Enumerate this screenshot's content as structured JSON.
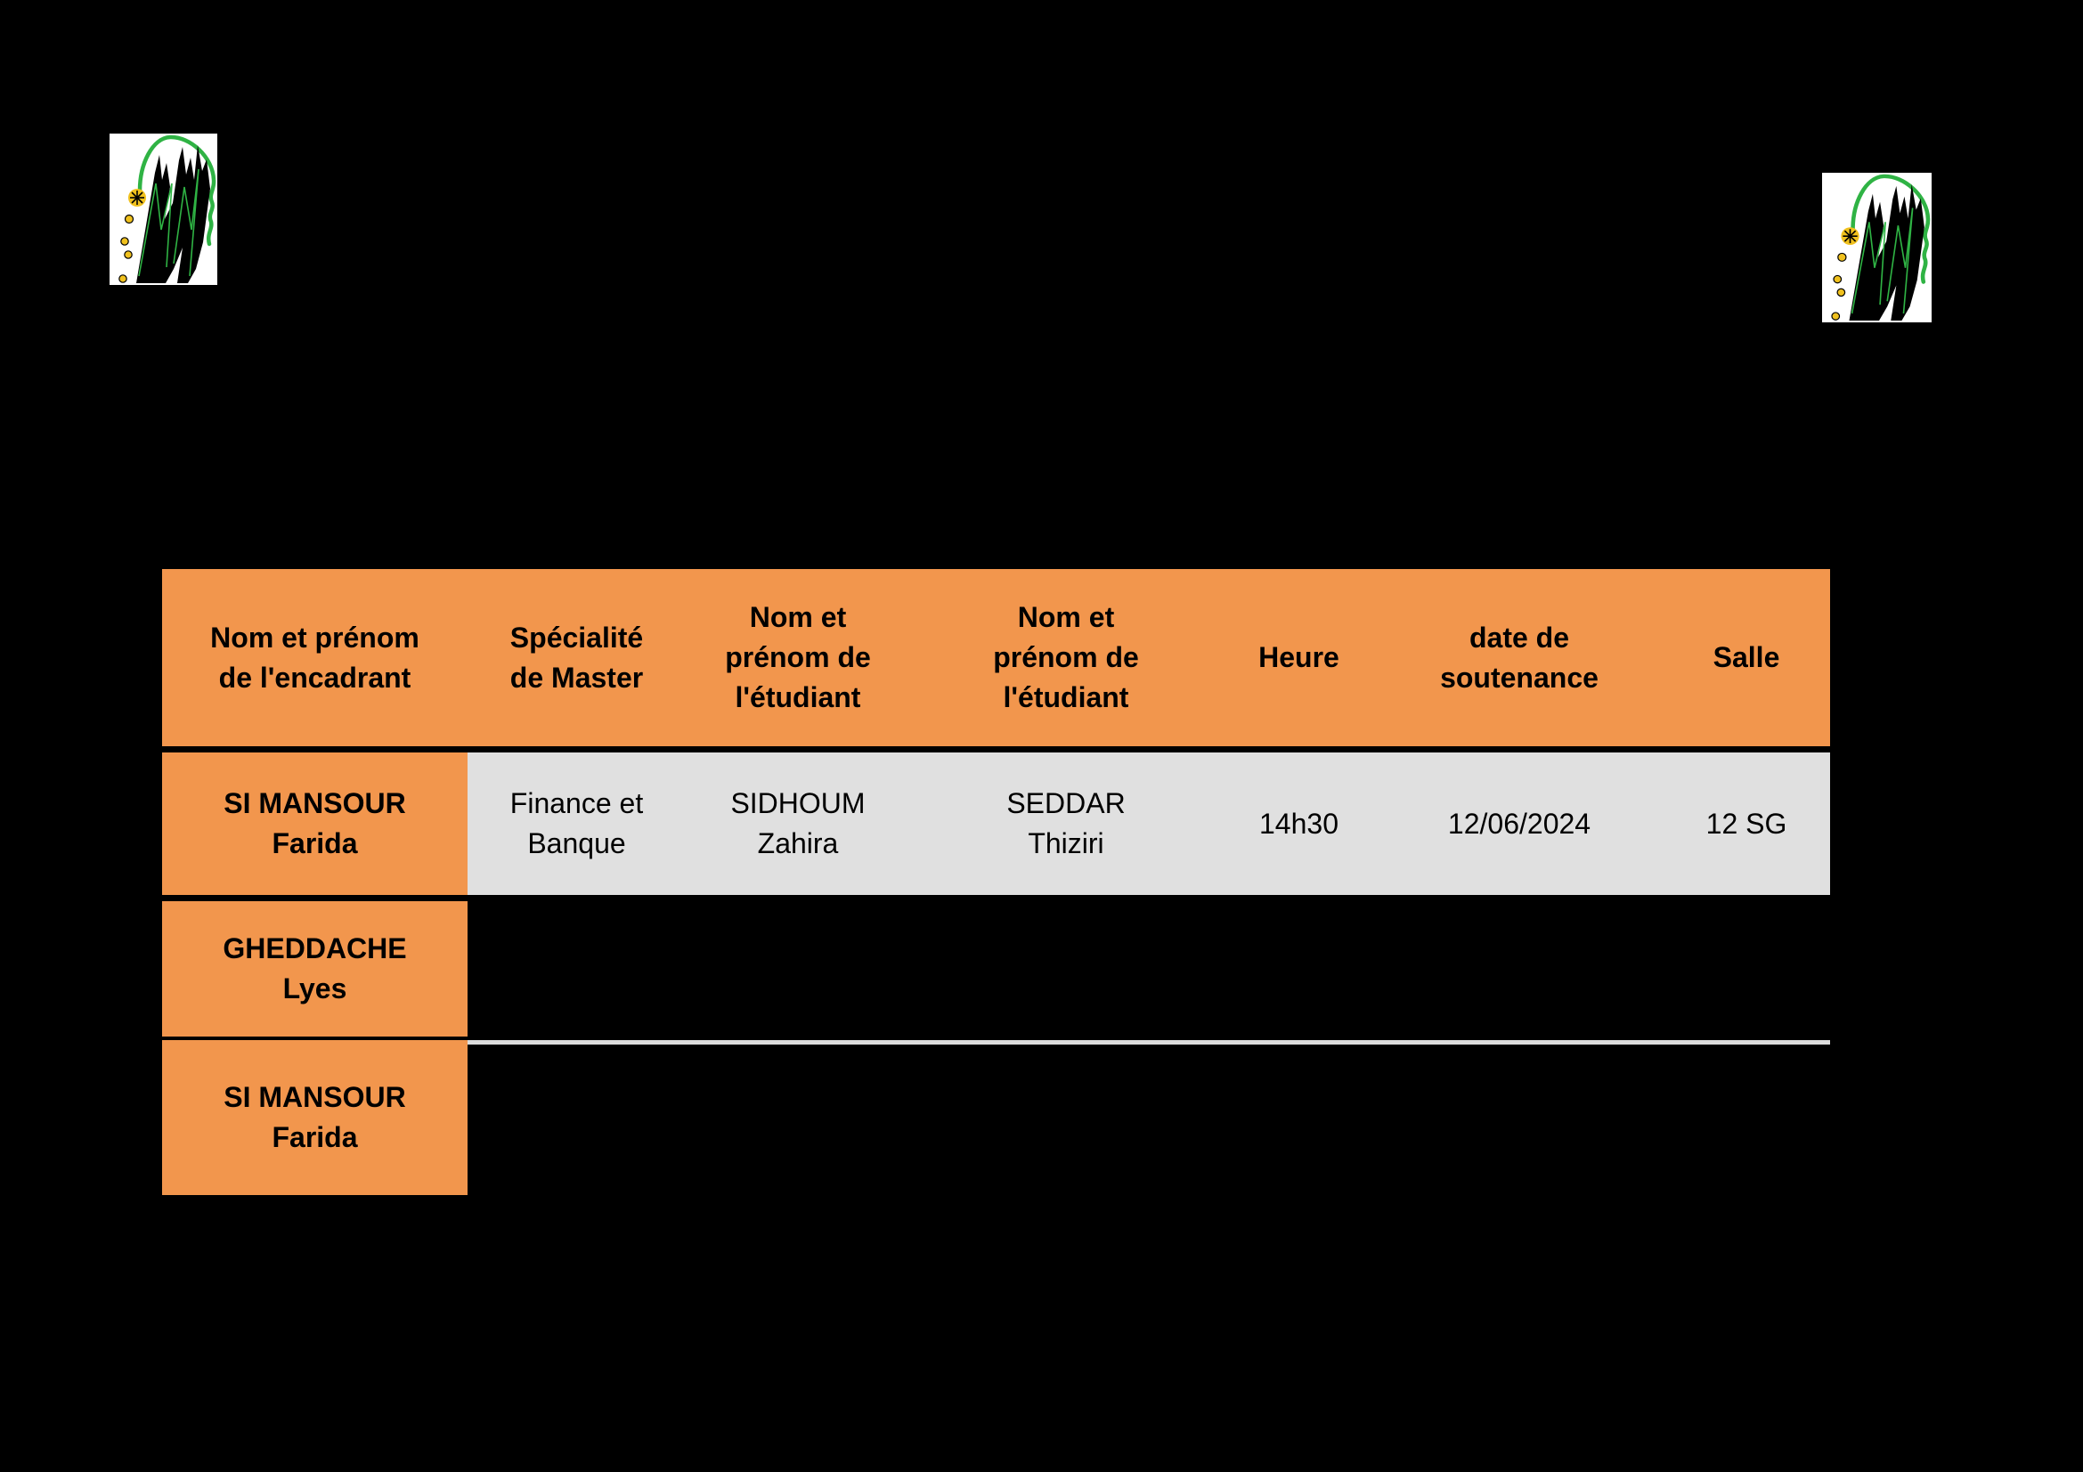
{
  "colors": {
    "page_background": "#000000",
    "table_header_bg": "#F2964D",
    "table_row_bg": "#E0E0E0",
    "divider": "#DCDCDC",
    "text": "#000000",
    "logo_green": "#2FB344",
    "logo_yellow": "#F0C11E"
  },
  "logos": {
    "left": {
      "name": "university-crest-logo"
    },
    "right": {
      "name": "university-crest-logo"
    }
  },
  "table": {
    "header_labels": [
      "Nom et prénom\nde l'encadrant",
      "Spécialité\nde Master",
      "Nom et\nprénom de\nl'étudiant",
      "Nom et\nprénom de\nl'étudiant",
      "Heure",
      "date de\nsoutenance",
      "Salle"
    ],
    "rows": [
      {
        "encadrant": "SI MANSOUR\nFarida",
        "specialite": "Finance et\nBanque",
        "etudiant1": "SIDHOUM\nZahira",
        "etudiant2": "SEDDAR\nThiziri",
        "heure": "14h30",
        "date_soutenance": "12/06/2024",
        "salle": "12 SG"
      },
      {
        "encadrant": "GHEDDACHE\nLyes"
      },
      {
        "encadrant": "SI MANSOUR\nFarida"
      }
    ]
  }
}
